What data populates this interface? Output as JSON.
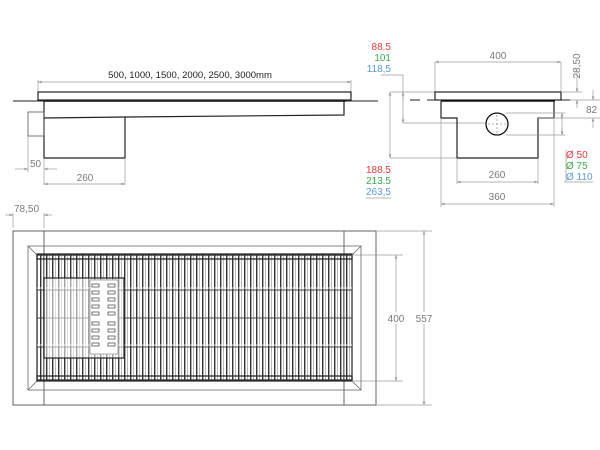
{
  "colors": {
    "red": "#e0393e",
    "green": "#3aaa4a",
    "blue": "#5b9bd5",
    "dim_gray": "#7a7a7a",
    "line": "#222222"
  },
  "side_view": {
    "length_label": "500, 1000, 1500, 2000, 2500, 3000mm",
    "outlet_offset": "50",
    "sump_length": "260"
  },
  "section_view": {
    "top_width": "400",
    "frame_height": "28,50",
    "outlet_center_height": "82",
    "depth_upper": [
      "88.5",
      "101",
      "118,5"
    ],
    "depth_total": [
      "188.5",
      "213.5",
      "263,5"
    ],
    "outlet_diameters": [
      "Ø 50",
      "Ø 75",
      "Ø 110"
    ],
    "sump_width": "260",
    "body_width": "360"
  },
  "plan_view": {
    "frame_offset": "78,50",
    "grate_width": "400",
    "overall_width": "557"
  }
}
